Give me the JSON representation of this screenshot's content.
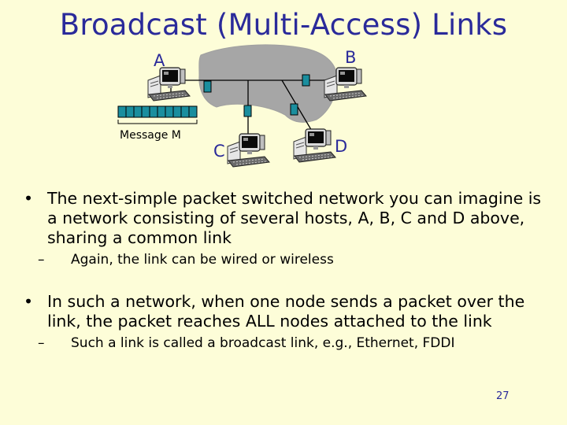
{
  "title": "Broadcast (Multi-Access) Links",
  "diagram": {
    "hosts": [
      {
        "label": "A"
      },
      {
        "label": "B"
      },
      {
        "label": "C"
      },
      {
        "label": "D"
      }
    ],
    "message_label": "Message M",
    "colors": {
      "cloud": "#a6a6a6",
      "label": "#2a2a9a",
      "queue": "#1a8e9e"
    }
  },
  "bullets": [
    {
      "text": "The next-simple packet switched network you can imagine is a network consisting of several hosts, A, B, C and D above, sharing a common link",
      "sub": "Again, the link can be wired or wireless"
    },
    {
      "text": "In such a network, when one node sends a packet over the link, the packet reaches ALL nodes attached to the link",
      "sub": "Such a link is called a broadcast link, e.g., Ethernet, FDDI"
    }
  ],
  "bullet_marker": "•",
  "sub_marker": "–",
  "page_number": "27"
}
